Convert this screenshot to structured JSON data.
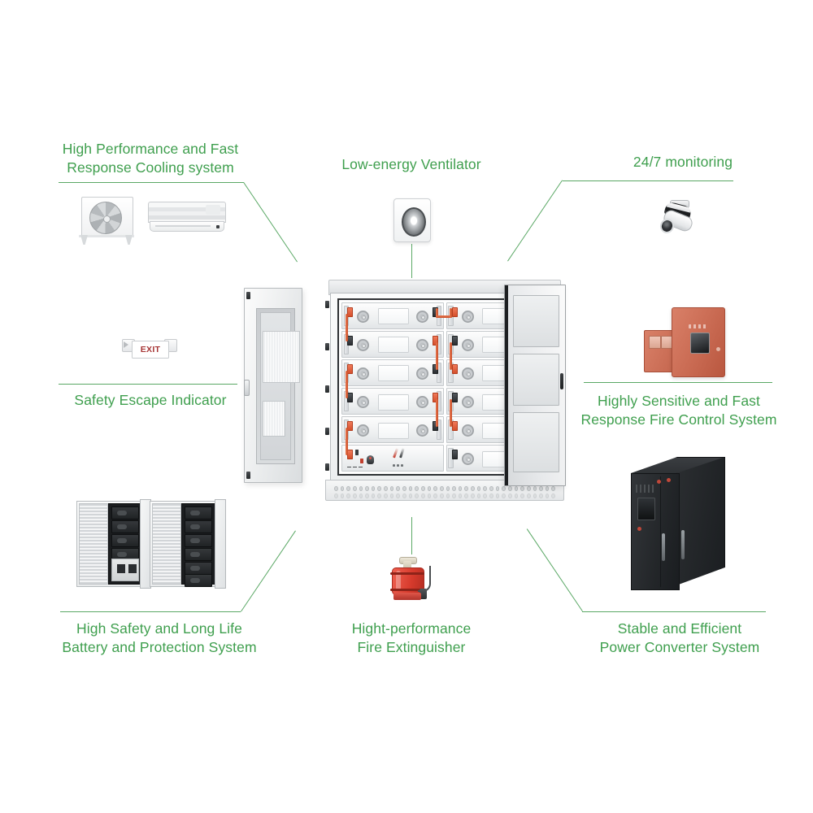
{
  "diagram": {
    "title": "Energy Storage Cabinet Feature Callouts",
    "accent_color": "#3f9f4e",
    "line_color": "#5aa865"
  },
  "callouts": [
    {
      "id": "cooling",
      "label": "High Performance and Fast\nResponse Cooling system",
      "icon": "air-conditioner-icon",
      "position": "top-left"
    },
    {
      "id": "ventilator",
      "label": "Low-energy Ventilator",
      "icon": "ventilator-fan-icon",
      "position": "top-center"
    },
    {
      "id": "monitoring",
      "label": "24/7 monitoring",
      "icon": "cctv-camera-icon",
      "position": "top-right"
    },
    {
      "id": "escape",
      "label": "Safety Escape Indicator",
      "icon": "exit-sign-icon",
      "position": "middle-left"
    },
    {
      "id": "fire-control",
      "label": "Highly Sensitive and Fast\nResponse Fire Control System",
      "icon": "fire-control-panel-icon",
      "position": "middle-right"
    },
    {
      "id": "battery",
      "label": "High Safety and Long Life\nBattery and Protection System",
      "icon": "battery-rack-icon",
      "position": "bottom-left"
    },
    {
      "id": "extinguisher",
      "label": "Hight-performance\nFire Extinguisher",
      "icon": "fire-extinguisher-icon",
      "position": "bottom-center"
    },
    {
      "id": "converter",
      "label": "Stable and Efficient\nPower Converter System",
      "icon": "power-converter-cabinet-icon",
      "position": "bottom-right"
    }
  ],
  "exit_sign": {
    "text": "EXIT"
  },
  "cabinet": {
    "name": "battery-energy-storage-cabinet",
    "columns": 2,
    "rows_per_column": 6,
    "left_column_modules": [
      "battery-module",
      "battery-module",
      "battery-module",
      "battery-module",
      "battery-module",
      "control-panel-module"
    ],
    "right_column_modules": [
      "battery-module",
      "battery-module",
      "battery-module",
      "battery-module",
      "battery-module",
      "battery-module"
    ],
    "left_door": "open-door-with-vent-mesh",
    "right_door": "open-door-three-panel",
    "terminal_positive_color": "#d44f2c",
    "terminal_negative_color": "#2b2e31",
    "cable_color": "#d4592f"
  }
}
